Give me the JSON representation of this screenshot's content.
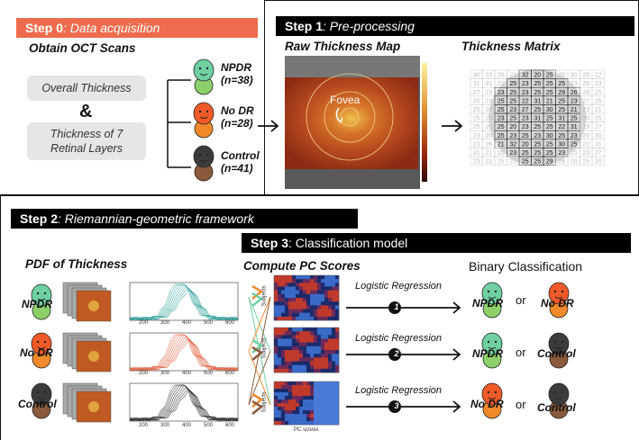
{
  "step0": {
    "bold": "Step 0",
    "rest": ": Data acquisition",
    "color": "#ee6c4d"
  },
  "step1": {
    "bold": "Step 1",
    "rest": ": Pre-processing"
  },
  "step2": {
    "bold": "Step 2",
    "rest": ": Riemannian-geometric framework"
  },
  "step3": {
    "bold": "Step 3",
    "rest": ": Classification model"
  },
  "obtain_title": "Obtain OCT Scans",
  "overall": "Overall Thickness",
  "amp": "&",
  "layers": "Thickness of 7 Retinal Layers",
  "groups": [
    {
      "name": "NPDR",
      "n": "(n=38)",
      "face": "#6fd0a0",
      "body": "#8dd06a"
    },
    {
      "name": "No DR",
      "n": "(n=28)",
      "face": "#f05a28",
      "body": "#f08a2a"
    },
    {
      "name": "Control",
      "n": "(n=41)",
      "face": "#3b3b3b",
      "body": "#8a5a3a"
    }
  ],
  "raw_map_title": "Raw Thickness Map",
  "fovea": "Fovea",
  "matrix_title": "Thickness Matrix",
  "matrix_values": [
    "30",
    "23",
    "26",
    "21",
    "32",
    "20",
    "25",
    "25",
    "30",
    "25",
    "22",
    "31",
    "31",
    "21",
    "25",
    "23",
    "25",
    "25",
    "25",
    "23",
    "25",
    "23",
    "27",
    "23",
    "23",
    "25",
    "23",
    "25",
    "25",
    "29",
    "26",
    "20",
    "25",
    "20",
    "23",
    "25",
    "25",
    "22",
    "31",
    "21",
    "25",
    "23",
    "27",
    "25",
    "25",
    "23",
    "25",
    "23",
    "27",
    "25",
    "30",
    "25",
    "21",
    "23",
    "21",
    "25",
    "25",
    "23",
    "25",
    "23",
    "31",
    "25",
    "31",
    "25",
    "30",
    "25",
    "25",
    "20",
    "25",
    "20",
    "23",
    "25",
    "25",
    "22",
    "31",
    "19",
    "27",
    "23",
    "25",
    "25",
    "23",
    "25",
    "23",
    "30",
    "25",
    "23",
    "25"
  ],
  "pdf_title": "PDF of Thickness",
  "pdf_ticks": [
    "200",
    "300",
    "400",
    "500",
    "600"
  ],
  "pc_title": "Compute PC Scores",
  "subjects": "Subjects",
  "pc_scores": "PC scores",
  "binary_title": "Binary Classification",
  "regressions": [
    {
      "label": "Logistic Regression",
      "num": "1",
      "left": "NPDR",
      "right": "No DR"
    },
    {
      "label": "Logistic Regression",
      "num": "2",
      "left": "NPDR",
      "right": "Control"
    },
    {
      "label": "Logistic Regression",
      "num": "3",
      "left": "No DR",
      "right": "Control"
    }
  ],
  "or": "or"
}
